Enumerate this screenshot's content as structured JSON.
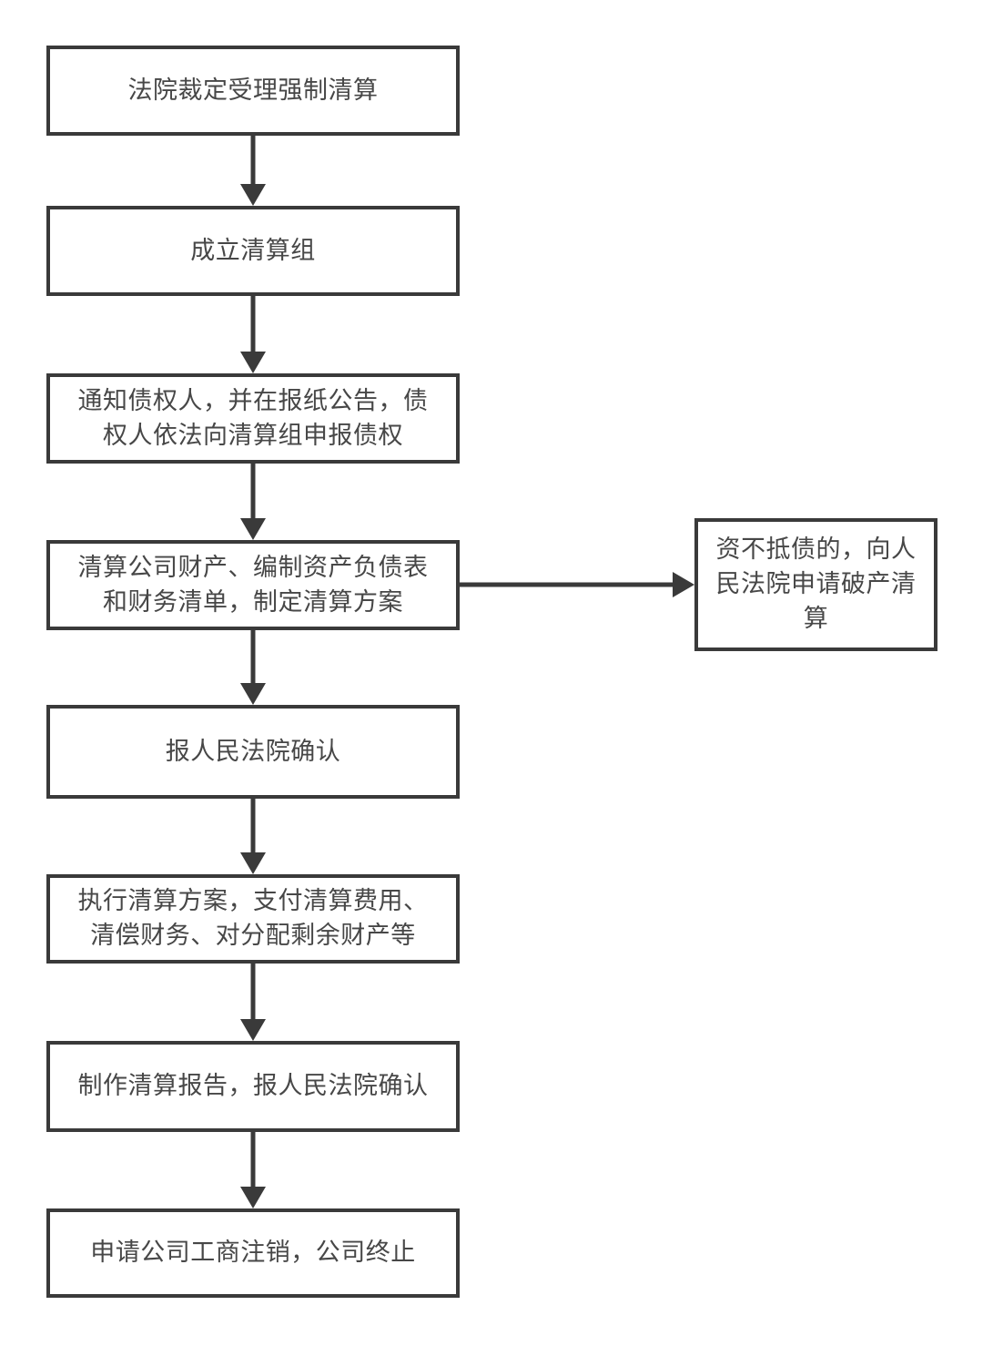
{
  "diagram": {
    "type": "flowchart",
    "direction": "top-down",
    "nodes": [
      {
        "id": "step-1",
        "text": "法院裁定受理强制清算"
      },
      {
        "id": "step-2",
        "text": "成立清算组"
      },
      {
        "id": "step-3",
        "text": "通知债权人，并在报纸公告，债权人依法向清算组申报债权"
      },
      {
        "id": "step-4",
        "text": "清算公司财产、编制资产负债表和财务清单，制定清算方案"
      },
      {
        "id": "step-5",
        "text": "报人民法院确认"
      },
      {
        "id": "step-6",
        "text": "执行清算方案，支付清算费用、清偿财务、对分配剩余财产等"
      },
      {
        "id": "step-7",
        "text": "制作清算报告，报人民法院确认"
      },
      {
        "id": "step-8",
        "text": "申请公司工商注销，公司终止"
      }
    ],
    "side_node": {
      "id": "step-bankruptcy",
      "text": "资不抵债的，向人民法院申请破产清算"
    },
    "edges": [
      {
        "from": "step-1",
        "to": "step-2",
        "style": "arrow-down"
      },
      {
        "from": "step-2",
        "to": "step-3",
        "style": "arrow-down"
      },
      {
        "from": "step-3",
        "to": "step-4",
        "style": "arrow-down"
      },
      {
        "from": "step-4",
        "to": "step-5",
        "style": "arrow-down"
      },
      {
        "from": "step-4",
        "to": "step-bankruptcy",
        "style": "arrow-right"
      },
      {
        "from": "step-5",
        "to": "step-6",
        "style": "arrow-down"
      },
      {
        "from": "step-6",
        "to": "step-7",
        "style": "arrow-down"
      },
      {
        "from": "step-7",
        "to": "step-8",
        "style": "arrow-down"
      }
    ],
    "colors": {
      "box_border": "#3a3a3a",
      "box_fill": "#ffffff",
      "text": "#474747",
      "arrow": "#3a3a3a",
      "background": "#ffffff"
    }
  }
}
